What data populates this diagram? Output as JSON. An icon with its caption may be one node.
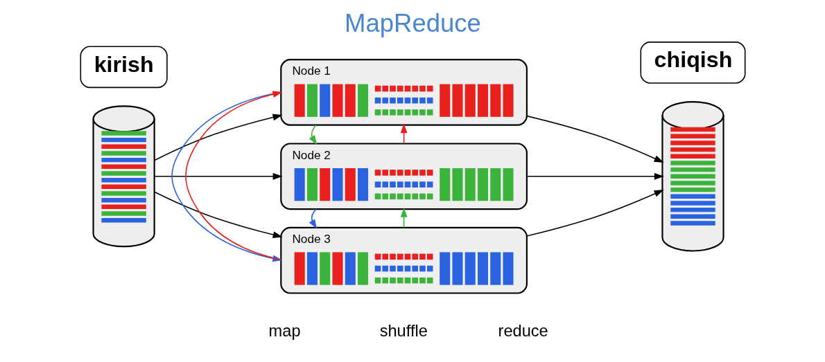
{
  "diagram": {
    "title": "MapReduce",
    "nodes": [
      {
        "text": [],
        "shape": "cylinder"
      },
      {
        "text": [
          "Node 1"
        ]
      },
      {
        "text": [
          "Node 2"
        ]
      },
      {
        "text": [
          "Node 3"
        ]
      },
      {
        "text": [],
        "shape": "cylinder"
      },
      {
        "text": [
          "kirish"
        ]
      },
      {
        "text": [
          "chiqish"
        ]
      }
    ],
    "edges": [
      {
        "from": 0,
        "to": 1,
        "arrow": "to"
      },
      {
        "from": 0,
        "to": 2,
        "arrow": "to"
      },
      {
        "from": 0,
        "to": 3,
        "arrow": "to"
      },
      {
        "from": 2,
        "to": 1,
        "arrow": "to",
        "color": "#e8201e"
      },
      {
        "from": 3,
        "to": 1,
        "arrow": "to",
        "color": "#e8201e"
      },
      {
        "from": 1,
        "to": 2,
        "arrow": "to",
        "color": "#3cb43c"
      },
      {
        "from": 3,
        "to": 2,
        "arrow": "to",
        "color": "#3cb43c"
      },
      {
        "from": 1,
        "to": 3,
        "arrow": "to",
        "color": "#2a62e0"
      },
      {
        "from": 2,
        "to": 3,
        "arrow": "to",
        "color": "#2a62e0"
      },
      {
        "from": 1,
        "to": 4,
        "arrow": "to"
      },
      {
        "from": 2,
        "to": 4,
        "arrow": "to"
      },
      {
        "from": 3,
        "to": 4,
        "arrow": "to"
      }
    ],
    "labels": [
      "map",
      "shuffle",
      "reduce"
    ]
  }
}
